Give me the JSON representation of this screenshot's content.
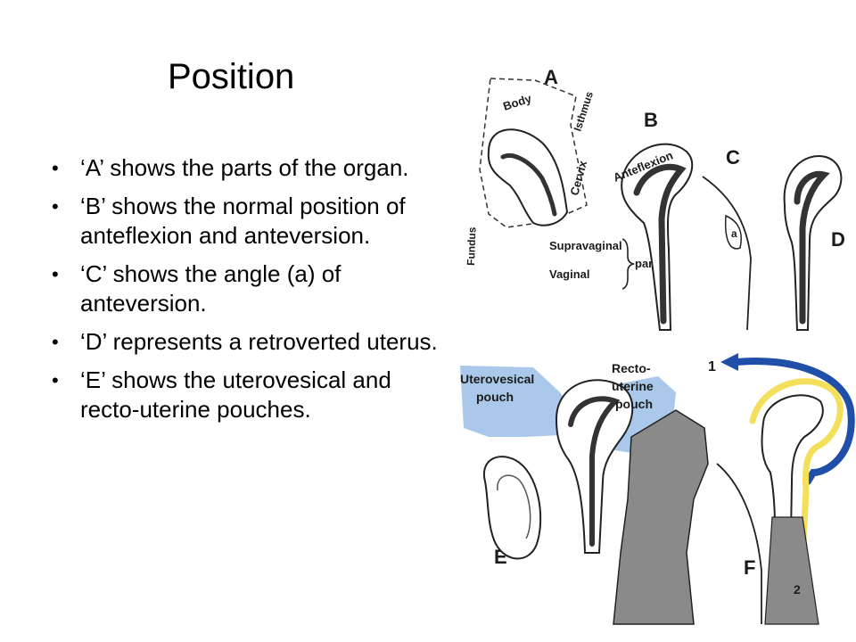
{
  "slide": {
    "title": "Position",
    "bullets": [
      " ‘A’ shows the parts of the organ.",
      "‘B’ shows the normal position of anteflexion and anteversion.",
      "‘C’ shows the angle (a) of anteversion.",
      "‘D’ represents a retroverted uterus.",
      "‘E’ shows the uterovesical and recto-uterine pouches."
    ],
    "bullet_glyph": "•"
  },
  "figure": {
    "panel_labels": [
      "A",
      "B",
      "C",
      "D",
      "E",
      "F"
    ],
    "part_labels": {
      "body": "Body",
      "isthmus": "Isthmus",
      "cervix": "Cervix",
      "fundus": "Fundus",
      "anteflexion": "Anteflexion",
      "angle": "a",
      "supravaginal": "Supravaginal",
      "vaginal": "Vaginal",
      "parts": "parts",
      "uterovesical_1": "Uterovesical",
      "uterovesical_2": "pouch",
      "rectouterine_1": "Recto-",
      "rectouterine_2": "uterine",
      "rectouterine_3": "pouch",
      "arrow_1": "1",
      "arrow_2": "2"
    },
    "colors": {
      "outline": "#222222",
      "dark_canal": "#3a3a3a",
      "pouch_blue": "#9fc3e6",
      "arrow_blue": "#1f4fa8",
      "arrow_yellow": "#f3df5a",
      "tissue_grey": "#8a8a8a"
    }
  }
}
